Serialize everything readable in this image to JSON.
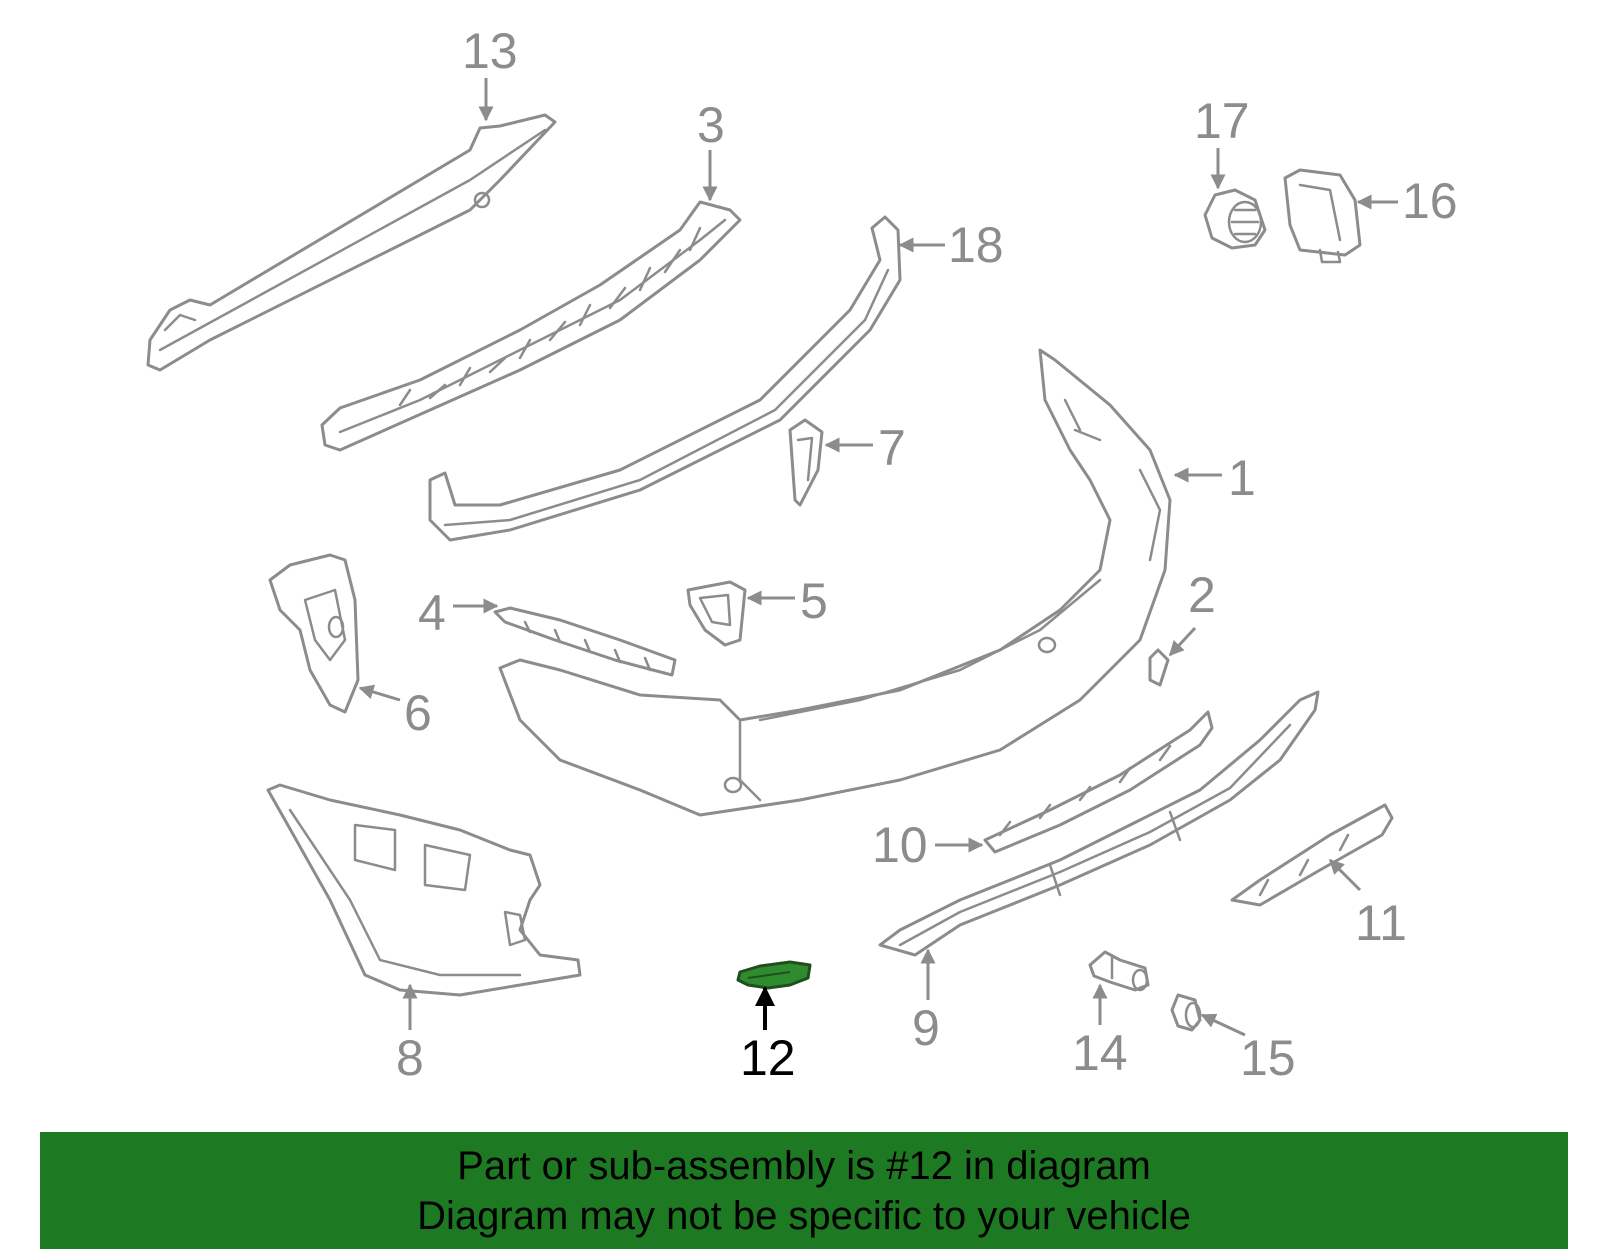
{
  "diagram": {
    "highlight_part": "12",
    "highlight_color": "#2e8b2e",
    "line_color": "#8c8c8c",
    "callouts": [
      "1",
      "2",
      "3",
      "4",
      "5",
      "6",
      "7",
      "8",
      "9",
      "10",
      "11",
      "12",
      "13",
      "14",
      "15",
      "16",
      "17",
      "18"
    ]
  },
  "banner": {
    "background": "#1e7a22",
    "line1": "Part or sub-assembly is #12 in diagram",
    "line2": "Diagram may not be specific to your vehicle"
  }
}
